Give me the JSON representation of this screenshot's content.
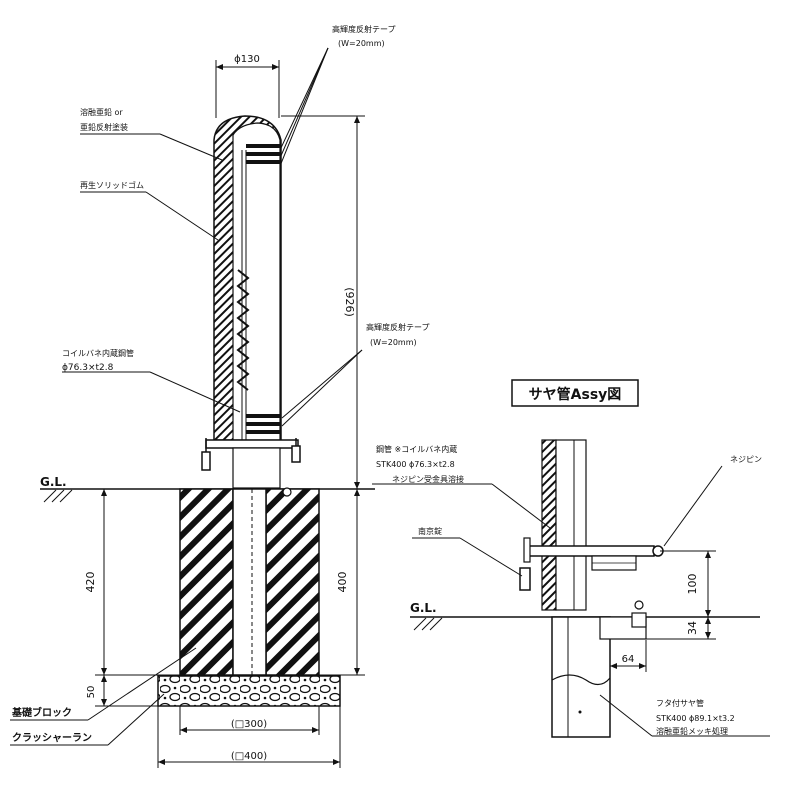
{
  "main": {
    "dim_diameter": "ϕ130",
    "dim_height": "(926)",
    "dim_below_gl": "420",
    "dim_base": "50",
    "dim_depth": "400",
    "dim_block_inner": "(□300)",
    "dim_block_outer": "(□400)",
    "gl": "G.L.",
    "tape_top_1": "高輝度反射テープ",
    "tape_top_2": "(W=20mm)",
    "tape_mid_1": "高輝度反射テープ",
    "tape_mid_2": "(W=20mm)",
    "coating_1": "溶融亜鉛 or",
    "coating_2": "亜鉛反射塗装",
    "rubber": "再生ソリッドゴム",
    "coil_1": "コイルバネ内蔵鋼管",
    "coil_2": "ϕ76.3×t2.8",
    "foundation": "基礎ブロック",
    "crusher": "クラッシャーラン"
  },
  "assy": {
    "title": "サヤ管Assy図",
    "gl": "G.L.",
    "steel_1": "鋼管 ※コイルバネ内蔵",
    "steel_2": "STK400 ϕ76.3×t2.8",
    "steel_3": "ネジピン受金具溶接",
    "screw_pin": "ネジピン",
    "lock": "南京錠",
    "dim_100": "100",
    "dim_34": "34",
    "dim_64": "64",
    "sleeve_1": "フタ付サヤ管",
    "sleeve_2": "STK400 ϕ89.1×t3.2",
    "sleeve_3": "溶融亜鉛メッキ処理"
  }
}
